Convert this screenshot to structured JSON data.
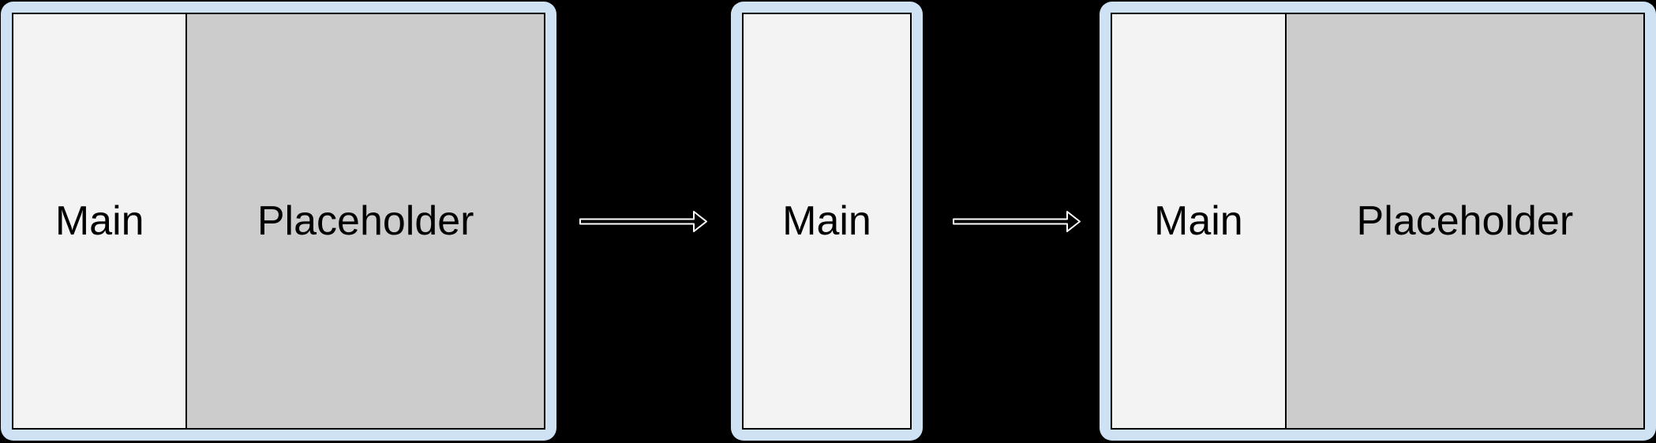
{
  "colors": {
    "background": "#000000",
    "frame_blue": "#cfe2f3",
    "main_fill": "#f3f3f3",
    "placeholder_fill": "#cccccc",
    "line": "#000000",
    "text": "#000000",
    "arrow_fill": "#000000",
    "arrow_outline": "#ffffff"
  },
  "panels": [
    {
      "name": "left",
      "sections": [
        {
          "label": "Main"
        },
        {
          "label": "Placeholder"
        }
      ]
    },
    {
      "name": "middle",
      "sections": [
        {
          "label": "Main"
        }
      ]
    },
    {
      "name": "right",
      "sections": [
        {
          "label": "Main"
        },
        {
          "label": "Placeholder"
        }
      ]
    }
  ],
  "arrows": [
    {
      "icon": "right-arrow"
    },
    {
      "icon": "right-arrow"
    }
  ]
}
